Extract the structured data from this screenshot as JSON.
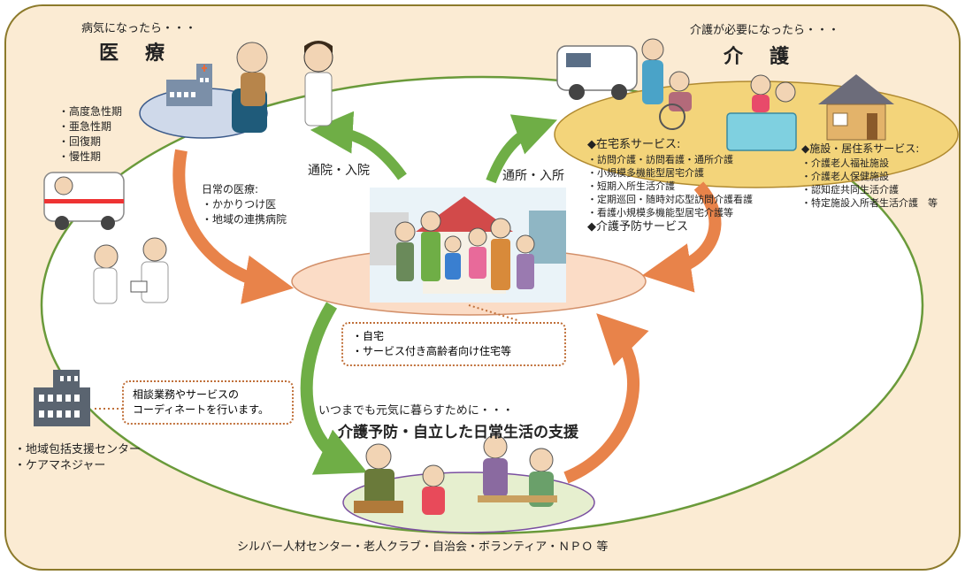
{
  "medical": {
    "heading_small": "病気になったら・・・",
    "heading": "医　療",
    "phases": [
      "・高度急性期",
      "・亜急性期",
      "・回復期",
      "・慢性期"
    ],
    "daily_title": "日常の医療:",
    "daily_items": [
      "・かかりつけ医",
      "・地域の連携病院"
    ],
    "arrow_label": "通院・入院"
  },
  "care": {
    "heading_small": "介護が必要になったら・・・",
    "heading": "介　護",
    "arrow_label": "通所・入所",
    "home_title": "◆在宅系サービス:",
    "home_items": [
      "・訪問介護・訪問看護・通所介護",
      "・小規模多機能型居宅介護",
      "・短期入所生活介護",
      "・定期巡回・随時対応型訪問介護看護",
      "・看護小規模多機能型居宅介護等"
    ],
    "prevention": "◆介護予防サービス",
    "facility_title": "◆施設・居住系サービス:",
    "facility_items": [
      "・介護老人福祉施設",
      "・介護老人保健施設",
      "・認知症共同生活介護",
      "・特定施設入所者生活介護　等"
    ]
  },
  "home": {
    "items": [
      "・自宅",
      "・サービス付き高齢者向け住宅等"
    ]
  },
  "consult": {
    "bubble": [
      "相談業務やサービスの",
      "コーディネートを行います。"
    ],
    "orgs": [
      "・地域包括支援センター",
      "・ケアマネジャー"
    ]
  },
  "support": {
    "subtitle": "いつまでも元気に暮らすために・・・",
    "title": "介護予防・自立した日常生活の支援",
    "bottom": "シルバー人材センター・老人クラブ・自治会・ボランティア・ＮＰＯ 等"
  },
  "colors": {
    "frame_fill": "#fbebd3",
    "frame_border": "#8c7a2b",
    "ring": "#6a9a3a",
    "arrow_green": "#6fae46",
    "arrow_orange": "#e8834a",
    "care_ellipse": "#f3d47a",
    "medical_ellipse": "#cfd9ea",
    "home_ellipse": "#fbdcc6",
    "support_ellipse": "#e6efcf"
  }
}
